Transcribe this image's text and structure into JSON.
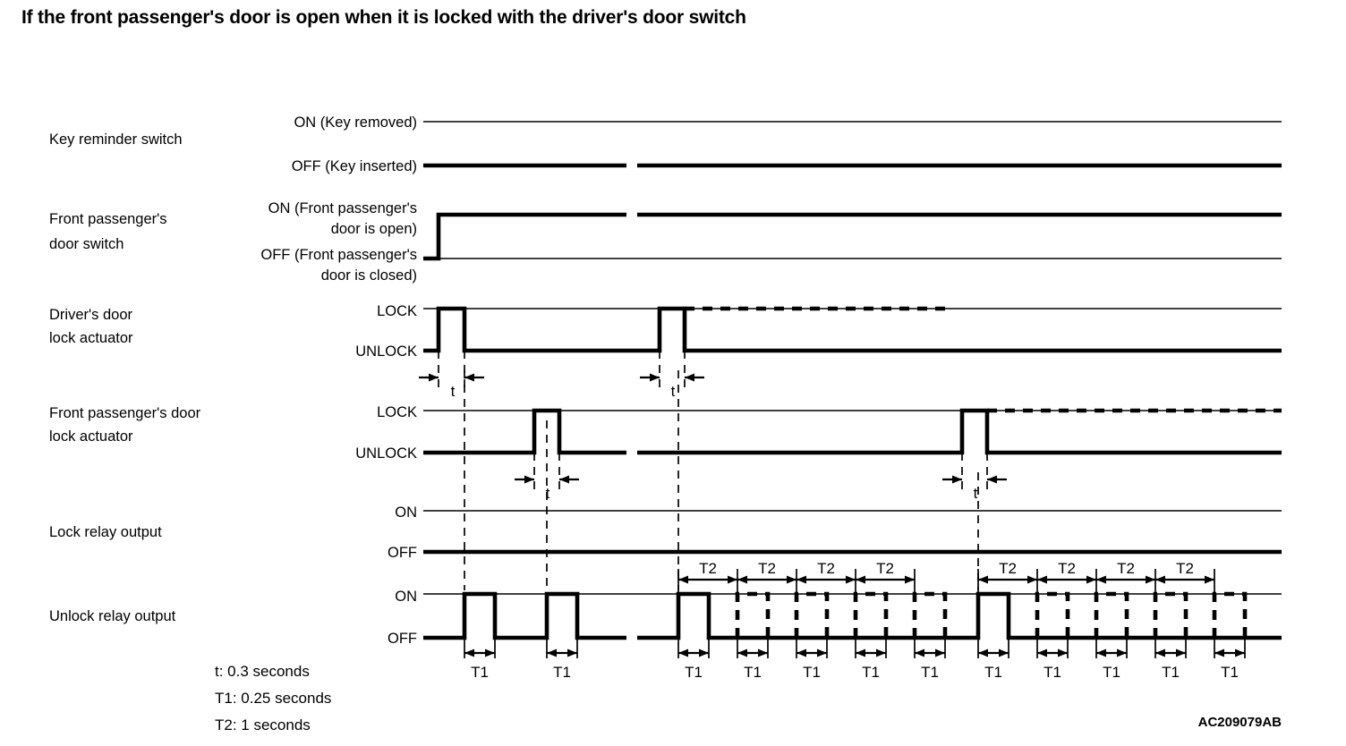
{
  "title": "If the front passenger's door is open when it is locked with the driver's door switch",
  "drawing_number": "AC209079AB",
  "legend": [
    "t: 0.3 seconds",
    "T1: 0.25 seconds",
    "T2: 1 seconds"
  ],
  "marks": {
    "t": "t",
    "T1": "T1",
    "T2": "T2"
  },
  "rows": [
    {
      "name": "key-reminder-switch",
      "label_lines": [
        "Key reminder switch"
      ],
      "high_label_lines": [
        "ON (Key removed)"
      ],
      "low_label_lines": [
        "OFF (Key inserted)"
      ],
      "state": "low"
    },
    {
      "name": "front-passenger-door-switch",
      "label_lines": [
        "Front passenger's",
        "door switch"
      ],
      "high_label_lines": [
        "ON (Front passenger's",
        "door is open)"
      ],
      "low_label_lines": [
        "OFF (Front passenger's",
        "door is closed)"
      ],
      "state": "high-after-rise"
    },
    {
      "name": "drivers-door-lock-actuator",
      "label_lines": [
        "Driver's door",
        "lock actuator"
      ],
      "high_label_lines": [
        "LOCK"
      ],
      "low_label_lines": [
        "UNLOCK"
      ],
      "pulses": 2
    },
    {
      "name": "front-passenger-door-lock-actuator",
      "label_lines": [
        "Front passenger's door",
        "lock actuator"
      ],
      "high_label_lines": [
        "LOCK"
      ],
      "low_label_lines": [
        "UNLOCK"
      ],
      "pulses": 2
    },
    {
      "name": "lock-relay-output",
      "label_lines": [
        "Lock relay output"
      ],
      "high_label_lines": [
        "ON"
      ],
      "low_label_lines": [
        "OFF"
      ],
      "state": "low"
    },
    {
      "name": "unlock-relay-output",
      "label_lines": [
        "Unlock relay output"
      ],
      "high_label_lines": [
        "ON"
      ],
      "low_label_lines": [
        "OFF"
      ],
      "pulses": 12
    }
  ],
  "chart_data": {
    "type": "line",
    "title": "If the front passenger's door is open when it is locked with the driver's door switch",
    "xlabel": "",
    "ylabel": "",
    "xlim": [
      470,
      1432
    ],
    "grid": false,
    "legend_position": "bottom-left",
    "timing_constants": {
      "t": 0.3,
      "T1": 0.25,
      "T2": 1.0,
      "units": "seconds"
    },
    "series": [
      {
        "name": "Key reminder switch",
        "high_state": "ON (Key removed)",
        "low_state": "OFF (Key inserted)",
        "level": "OFF",
        "transitions": []
      },
      {
        "name": "Front passenger's door switch",
        "high_state": "ON (Front passenger's door is open)",
        "low_state": "OFF (Front passenger's door is closed)",
        "level": "ON",
        "transitions": [
          {
            "x": 490,
            "to": "ON"
          }
        ]
      },
      {
        "name": "Driver's door lock actuator",
        "high_state": "LOCK",
        "low_state": "UNLOCK",
        "level": "UNLOCK",
        "pulses": [
          {
            "x0": 490,
            "x1": 519,
            "style": "solid"
          },
          {
            "x0": 737,
            "x1": 765,
            "style": "solid"
          }
        ],
        "dashed_high_segments": [
          {
            "x0": 765,
            "x1": 1060
          }
        ]
      },
      {
        "name": "Front passenger's door lock actuator",
        "high_state": "LOCK",
        "low_state": "UNLOCK",
        "level": "UNLOCK",
        "pulses": [
          {
            "x0": 597,
            "x1": 625,
            "style": "solid"
          },
          {
            "x0": 1075,
            "x1": 1103,
            "style": "solid"
          }
        ],
        "dashed_high_segments": [
          {
            "x0": 1103,
            "x1": 1432
          }
        ]
      },
      {
        "name": "Lock relay output",
        "high_state": "ON",
        "low_state": "OFF",
        "level": "OFF",
        "transitions": []
      },
      {
        "name": "Unlock relay output",
        "high_state": "ON",
        "low_state": "OFF",
        "level": "OFF",
        "pulses": [
          {
            "x0": 519,
            "x1": 553,
            "style": "solid",
            "mark": "T1"
          },
          {
            "x0": 611,
            "x1": 645,
            "style": "solid",
            "mark": "T1"
          },
          {
            "x0": 758,
            "x1": 792,
            "style": "solid",
            "mark": "T1"
          },
          {
            "x0": 824,
            "x1": 858,
            "style": "dashed",
            "mark": "T1"
          },
          {
            "x0": 890,
            "x1": 924,
            "style": "dashed",
            "mark": "T1"
          },
          {
            "x0": 956,
            "x1": 990,
            "style": "dashed",
            "mark": "T1"
          },
          {
            "x0": 1022,
            "x1": 1056,
            "style": "dashed",
            "mark": "T1"
          },
          {
            "x0": 1093,
            "x1": 1127,
            "style": "solid",
            "mark": "T1"
          },
          {
            "x0": 1159,
            "x1": 1193,
            "style": "dashed",
            "mark": "T1"
          },
          {
            "x0": 1225,
            "x1": 1259,
            "style": "dashed",
            "mark": "T1"
          },
          {
            "x0": 1291,
            "x1": 1325,
            "style": "dashed",
            "mark": "T1"
          },
          {
            "x0": 1357,
            "x1": 1391,
            "style": "dashed",
            "mark": "T1"
          }
        ],
        "T2_intervals": [
          {
            "x0": 758,
            "x1": 824
          },
          {
            "x0": 824,
            "x1": 890
          },
          {
            "x0": 890,
            "x1": 956
          },
          {
            "x0": 956,
            "x1": 1022
          },
          {
            "x0": 1093,
            "x1": 1159
          },
          {
            "x0": 1159,
            "x1": 1225
          },
          {
            "x0": 1225,
            "x1": 1291
          },
          {
            "x0": 1291,
            "x1": 1357
          }
        ]
      }
    ],
    "t_intervals": [
      {
        "row": "Driver's door lock actuator",
        "x0": 490,
        "x1": 519
      },
      {
        "row": "Driver's door lock actuator",
        "x0": 737,
        "x1": 765
      },
      {
        "row": "Front passenger's door lock actuator",
        "x0": 597,
        "x1": 625
      },
      {
        "row": "Front passenger's door lock actuator",
        "x0": 1075,
        "x1": 1103
      }
    ]
  }
}
